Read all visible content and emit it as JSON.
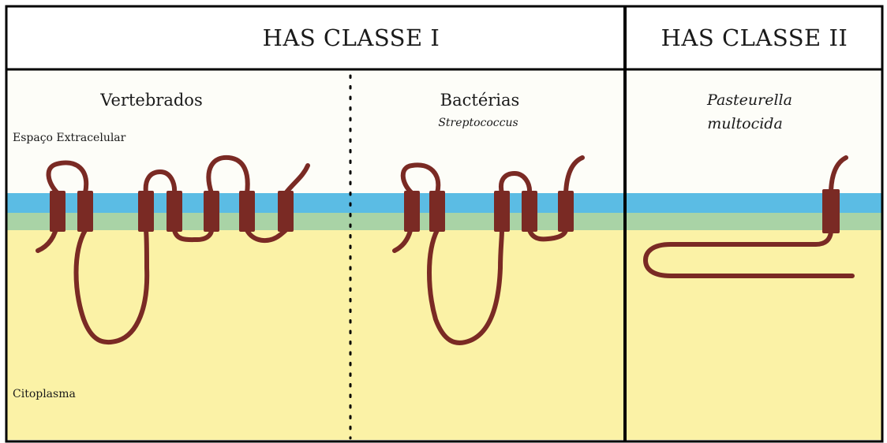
{
  "headers": {
    "class_i": "HAS CLASSE I",
    "class_ii": "HAS CLASSE II"
  },
  "organisms": {
    "vertebrates": "Vertebrados",
    "bacteria": "Bactérias",
    "bacteria_genus": "Streptococcus",
    "pasteurella_line1": "Pasteurella",
    "pasteurella_line2": "multocida"
  },
  "regions": {
    "extracellular": "Espaço Extracelular",
    "cytoplasm": "Citoplasma"
  },
  "colors": {
    "extracellular": "#fdfdf8",
    "membrane_outer": "#5bbce4",
    "membrane_inner": "#a9d3a6",
    "cytoplasm": "#fbf2a6",
    "protein": "#7a2a24",
    "border": "#000000"
  }
}
